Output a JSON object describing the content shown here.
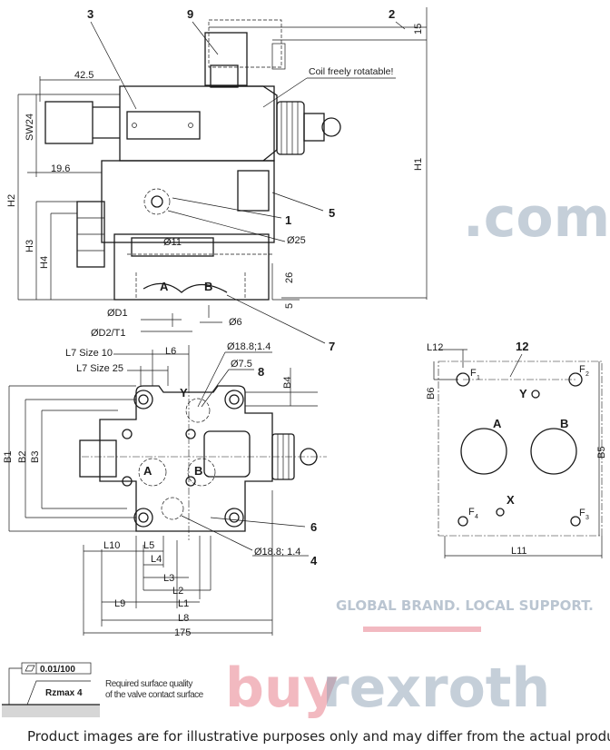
{
  "watermark": {
    "buy": "buy",
    "rexroth": "rexroth",
    "com": ".com",
    "tagline": "GLOBAL BRAND. LOCAL SUPPORT.",
    "colors": {
      "pink": "#e8808e",
      "gray": "#8da0b4"
    }
  },
  "top_view": {
    "callouts": {
      "c1": "1",
      "c2": "2",
      "c3": "3",
      "c5": "5",
      "c7": "7",
      "c9": "9"
    },
    "dims": {
      "d15": "15",
      "d42_5": "42.5",
      "sw24": "SW24",
      "coil_note": "Coil freely rotatable!",
      "d19_6": "19.6",
      "h1": "H1",
      "h2": "H2",
      "h3": "H3",
      "h4": "H4",
      "d25": "Ø25",
      "d11": "Ø11",
      "d26": "26",
      "d5": "5",
      "port_a": "A",
      "port_b": "B",
      "d1": "ØD1",
      "d2t1": "ØD2/T1",
      "d6": "Ø6"
    }
  },
  "plan_view": {
    "callouts": {
      "c4": "4",
      "c6": "6",
      "c8": "8"
    },
    "dims": {
      "l7_10": "L7 Size 10",
      "l7_25": "L7 Size 25",
      "l6": "L6",
      "d18_8a": "Ø18.8;1.4",
      "d7_5": "Ø7.5",
      "b4": "B4",
      "y": "Y",
      "b1": "B1",
      "b2": "B2",
      "b3": "B3",
      "port_a": "A",
      "port_b": "B",
      "d18_8b": "Ø18.8; 1.4",
      "l10": "L10",
      "l5": "L5",
      "l4": "L4",
      "l3": "L3",
      "l2": "L2",
      "l1": "L1",
      "l9": "L9",
      "l8": "L8",
      "d175": "175"
    }
  },
  "mounting_surface": {
    "callout": "12",
    "l12": "L12",
    "b6": "B6",
    "f1": "F",
    "f1s": "1",
    "f2": "F",
    "f2s": "2",
    "f3": "F",
    "f3s": "3",
    "f4": "F",
    "f4s": "4",
    "y": "Y",
    "x": "X",
    "a": "A",
    "b": "B",
    "b5": "B5",
    "l11": "L11"
  },
  "surface_spec": {
    "flatness": "0.01/100",
    "roughness": "Rzmax 4",
    "note_line1": "Required surface quality",
    "note_line2": "of the valve contact surface"
  },
  "footer": "Product images are for illustrative purposes only and may differ from the actual product"
}
